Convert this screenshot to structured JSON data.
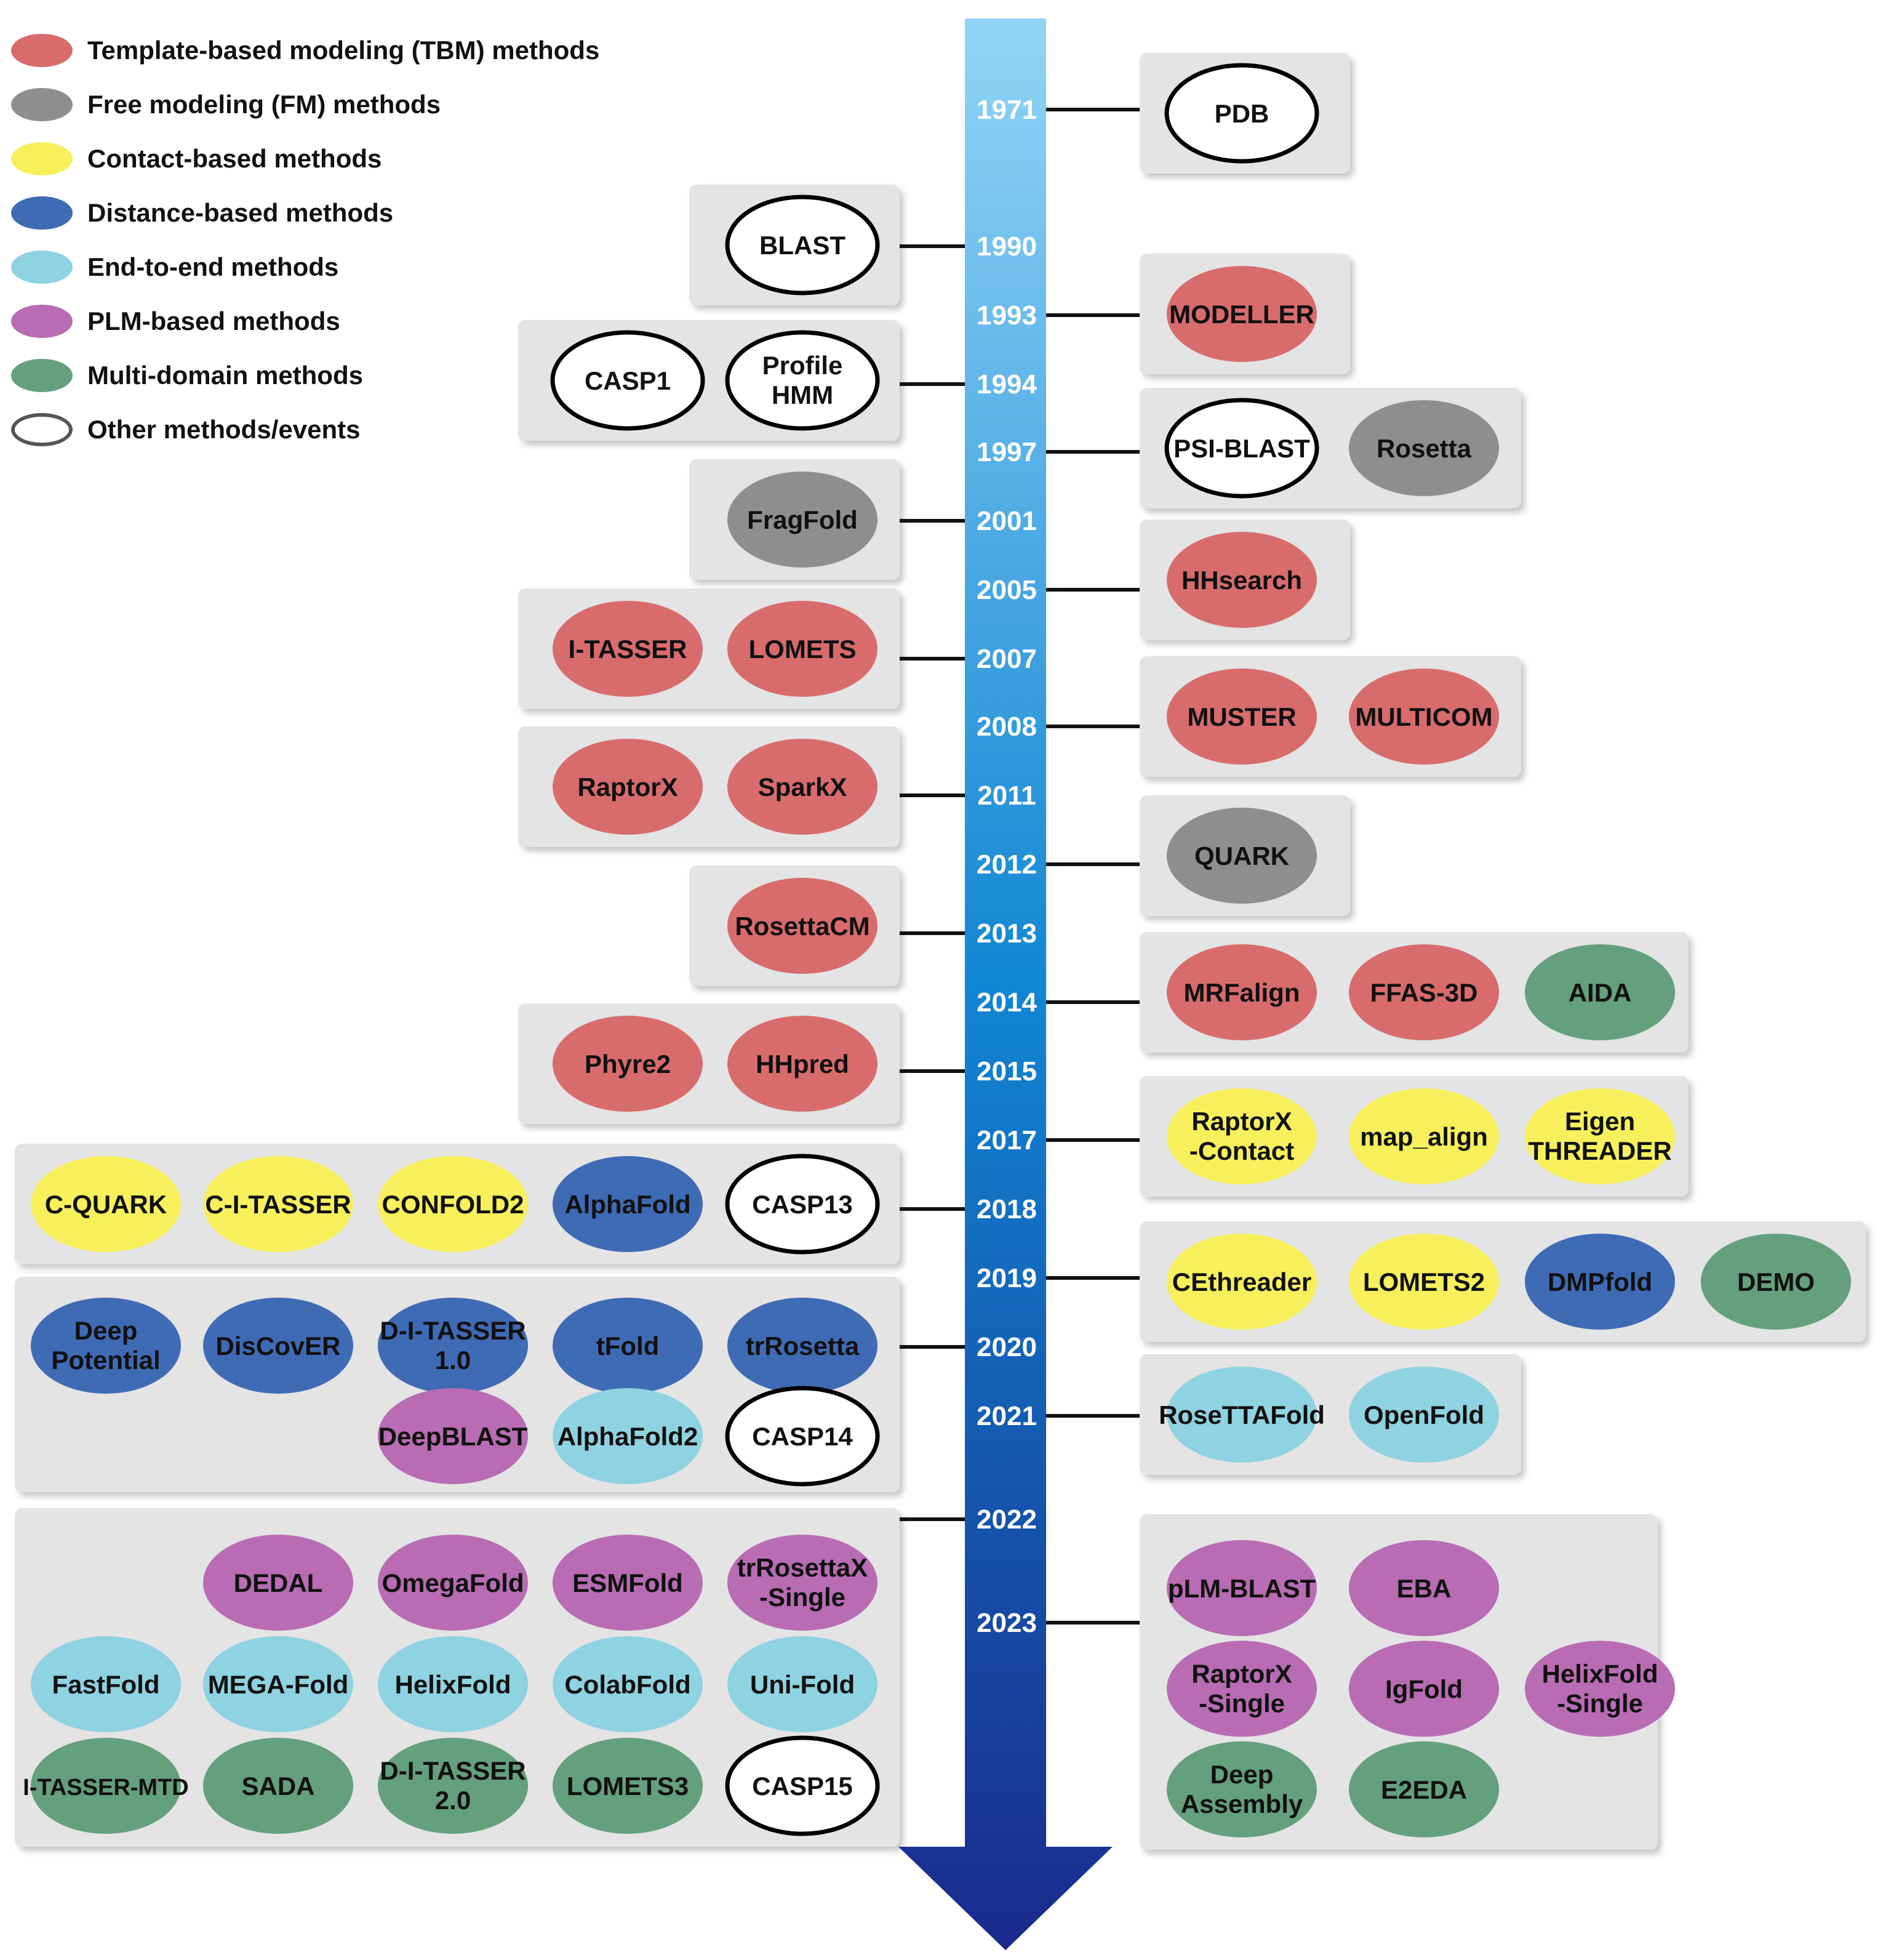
{
  "legend": [
    {
      "label": "Template-based modeling (TBM) methods",
      "category": "tbm"
    },
    {
      "label": "Free modeling (FM) methods",
      "category": "fm"
    },
    {
      "label": "Contact-based methods",
      "category": "contact"
    },
    {
      "label": "Distance-based methods",
      "category": "distance"
    },
    {
      "label": "End-to-end methods",
      "category": "e2e"
    },
    {
      "label": "PLM-based methods",
      "category": "plm"
    },
    {
      "label": "Multi-domain methods",
      "category": "multi"
    },
    {
      "label": "Other methods/events",
      "category": "other"
    }
  ],
  "colors": {
    "tbm": "#d86c6c",
    "fm": "#8e8e8e",
    "contact": "#f7f05c",
    "distance": "#3f6bb5",
    "e2e": "#8fd2e2",
    "plm": "#b86cb4",
    "multi": "#63a07b",
    "other": "#ffffff",
    "box": "#e4e4e4",
    "arrow_top": "#93d4f5",
    "arrow_mid": "#1186d4",
    "arrow_bottom": "#1a2a8c",
    "year_text": "#ffffff"
  },
  "timeline": [
    {
      "year": "1971",
      "side": "right",
      "rows": [
        [
          {
            "name": "PDB",
            "category": "other"
          }
        ]
      ]
    },
    {
      "year": "1990",
      "side": "left",
      "rows": [
        [
          {
            "name": "BLAST",
            "category": "other"
          }
        ]
      ]
    },
    {
      "year": "1993",
      "side": "right",
      "rows": [
        [
          {
            "name": "MODELLER",
            "category": "tbm"
          }
        ]
      ]
    },
    {
      "year": "1994",
      "side": "left",
      "rows": [
        [
          {
            "name": "CASP1",
            "category": "other"
          },
          {
            "name": "Profile HMM",
            "category": "other"
          }
        ]
      ]
    },
    {
      "year": "1997",
      "side": "right",
      "rows": [
        [
          {
            "name": "PSI-BLAST",
            "category": "other"
          },
          {
            "name": "Rosetta",
            "category": "fm"
          }
        ]
      ]
    },
    {
      "year": "2001",
      "side": "left",
      "rows": [
        [
          {
            "name": "FragFold",
            "category": "fm"
          }
        ]
      ]
    },
    {
      "year": "2005",
      "side": "right",
      "rows": [
        [
          {
            "name": "HHsearch",
            "category": "tbm"
          }
        ]
      ]
    },
    {
      "year": "2007",
      "side": "left",
      "rows": [
        [
          {
            "name": "I-TASSER",
            "category": "tbm"
          },
          {
            "name": "LOMETS",
            "category": "tbm"
          }
        ]
      ]
    },
    {
      "year": "2008",
      "side": "right",
      "rows": [
        [
          {
            "name": "MUSTER",
            "category": "tbm"
          },
          {
            "name": "MULTICOM",
            "category": "tbm"
          }
        ]
      ]
    },
    {
      "year": "2011",
      "side": "left",
      "rows": [
        [
          {
            "name": "RaptorX",
            "category": "tbm"
          },
          {
            "name": "SparkX",
            "category": "tbm"
          }
        ]
      ]
    },
    {
      "year": "2012",
      "side": "right",
      "rows": [
        [
          {
            "name": "QUARK",
            "category": "fm"
          }
        ]
      ]
    },
    {
      "year": "2013",
      "side": "left",
      "rows": [
        [
          {
            "name": "RosettaCM",
            "category": "tbm"
          }
        ]
      ]
    },
    {
      "year": "2014",
      "side": "right",
      "rows": [
        [
          {
            "name": "MRFalign",
            "category": "tbm"
          },
          {
            "name": "FFAS-3D",
            "category": "tbm"
          },
          {
            "name": "AIDA",
            "category": "multi"
          }
        ]
      ]
    },
    {
      "year": "2015",
      "side": "left",
      "rows": [
        [
          {
            "name": "Phyre2",
            "category": "tbm"
          },
          {
            "name": "HHpred",
            "category": "tbm"
          }
        ]
      ]
    },
    {
      "year": "2017",
      "side": "right",
      "rows": [
        [
          {
            "name": "RaptorX -Contact",
            "category": "contact"
          },
          {
            "name": "map_align",
            "category": "contact"
          },
          {
            "name": "Eigen THREADER",
            "category": "contact"
          }
        ]
      ]
    },
    {
      "year": "2018",
      "side": "left",
      "rows": [
        [
          {
            "name": "C-QUARK",
            "category": "contact"
          },
          {
            "name": "C-I-TASSER",
            "category": "contact"
          },
          {
            "name": "CONFOLD2",
            "category": "contact"
          },
          {
            "name": "AlphaFold",
            "category": "distance"
          },
          {
            "name": "CASP13",
            "category": "other"
          }
        ]
      ]
    },
    {
      "year": "2019",
      "side": "right",
      "rows": [
        [
          {
            "name": "CEthreader",
            "category": "contact"
          },
          {
            "name": "LOMETS2",
            "category": "contact"
          },
          {
            "name": "DMPfold",
            "category": "distance"
          },
          {
            "name": "DEMO",
            "category": "multi"
          }
        ]
      ]
    },
    {
      "year": "2020",
      "side": "left",
      "rows": [
        [
          {
            "name": "Deep Potential",
            "category": "distance"
          },
          {
            "name": "DisCovER",
            "category": "distance"
          },
          {
            "name": "D-I-TASSER 1.0",
            "category": "distance"
          },
          {
            "name": "tFold",
            "category": "distance"
          },
          {
            "name": "trRosetta",
            "category": "distance"
          }
        ],
        [
          {
            "name": "DeepBLAST",
            "category": "plm"
          },
          {
            "name": "AlphaFold2",
            "category": "e2e"
          },
          {
            "name": "CASP14",
            "category": "other"
          }
        ]
      ]
    },
    {
      "year": "2021",
      "side": "right",
      "rows": [
        [
          {
            "name": "RoseTTAFold",
            "category": "e2e"
          },
          {
            "name": "OpenFold",
            "category": "e2e"
          }
        ]
      ]
    },
    {
      "year": "2022",
      "side": "left",
      "rows": [
        [
          {
            "name": "DEDAL",
            "category": "plm"
          },
          {
            "name": "OmegaFold",
            "category": "plm"
          },
          {
            "name": "ESMFold",
            "category": "plm"
          },
          {
            "name": "trRosettaX -Single",
            "category": "plm"
          }
        ],
        [
          {
            "name": "FastFold",
            "category": "e2e"
          },
          {
            "name": "MEGA-Fold",
            "category": "e2e"
          },
          {
            "name": "HelixFold",
            "category": "e2e"
          },
          {
            "name": "ColabFold",
            "category": "e2e"
          },
          {
            "name": "Uni-Fold",
            "category": "e2e"
          }
        ],
        [
          {
            "name": "I-TASSER-MTD",
            "category": "multi"
          },
          {
            "name": "SADA",
            "category": "multi"
          },
          {
            "name": "D-I-TASSER 2.0",
            "category": "multi"
          },
          {
            "name": "LOMETS3",
            "category": "multi"
          },
          {
            "name": "CASP15",
            "category": "other"
          }
        ]
      ]
    },
    {
      "year": "2023",
      "side": "right",
      "rows": [
        [
          {
            "name": "pLM-BLAST",
            "category": "plm"
          },
          {
            "name": "EBA",
            "category": "plm"
          }
        ],
        [
          {
            "name": "RaptorX -Single",
            "category": "plm"
          },
          {
            "name": "IgFold",
            "category": "plm"
          },
          {
            "name": "HelixFold -Single",
            "category": "plm"
          }
        ],
        [
          {
            "name": "Deep Assembly",
            "category": "multi"
          },
          {
            "name": "E2EDA",
            "category": "multi"
          }
        ]
      ]
    }
  ]
}
